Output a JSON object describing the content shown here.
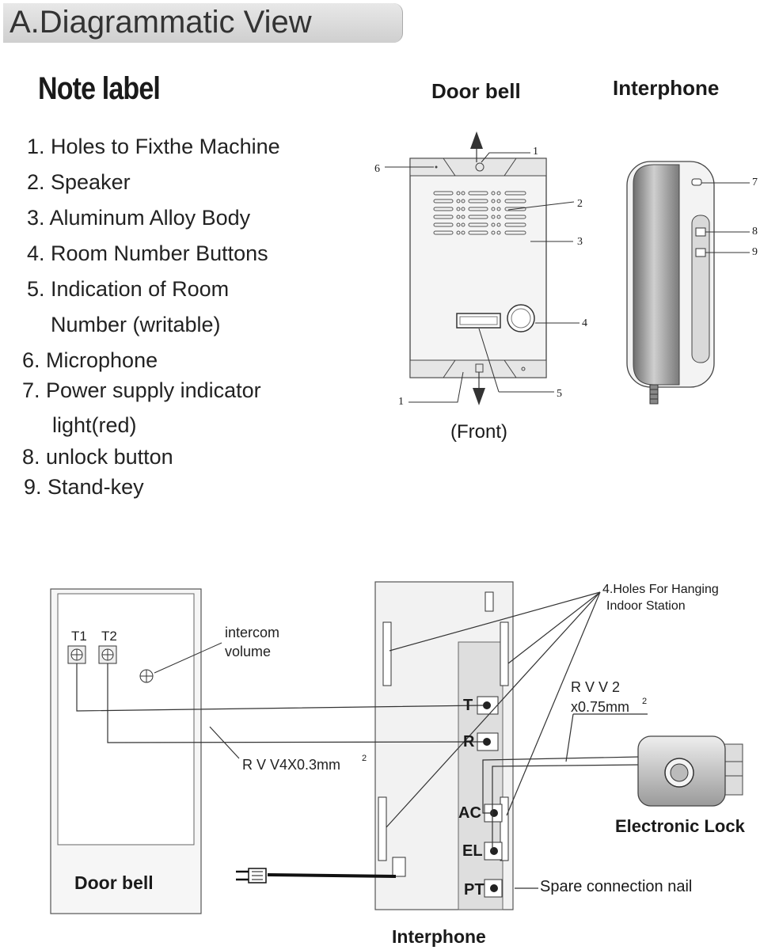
{
  "header": {
    "title": "A.Diagrammatic View"
  },
  "notes": {
    "title": "Note label",
    "items": [
      "1. Holes to Fixthe Machine",
      "2. Speaker",
      "3. Aluminum Alloy Body",
      "4. Room Number Buttons",
      "5. Indication of Room",
      "Number (writable)",
      "6. Microphone",
      "7. Power supply indicator",
      "light(red)",
      "8. unlock button",
      "9. Stand-key"
    ]
  },
  "top_diagram": {
    "doorbell_heading": "Door bell",
    "interphone_heading": "Interphone",
    "front_caption": "(Front)",
    "callouts": [
      "1",
      "2",
      "3",
      "4",
      "5",
      "6",
      "1",
      "7",
      "8",
      "9"
    ]
  },
  "wiring": {
    "doorbell_label": "Door bell",
    "interphone_label": "Interphone",
    "t1": "T1",
    "t2": "T2",
    "intercom_volume_1": "intercom",
    "intercom_volume_2": "volume",
    "cable_1_text": "R V V4X0.3mm",
    "cable_1_sup": "2",
    "cable_2_line1": "R V  V 2",
    "cable_2_line2": "x0.75mm",
    "cable_2_sup": "2",
    "holes_line1": "4.Holes For Hanging",
    "holes_line2": "Indoor Station",
    "terminals": [
      "T",
      "R",
      "AC",
      "EL",
      "PT"
    ],
    "electronic_lock": "Electronic Lock",
    "spare_nail": "Spare  connection  nail"
  }
}
